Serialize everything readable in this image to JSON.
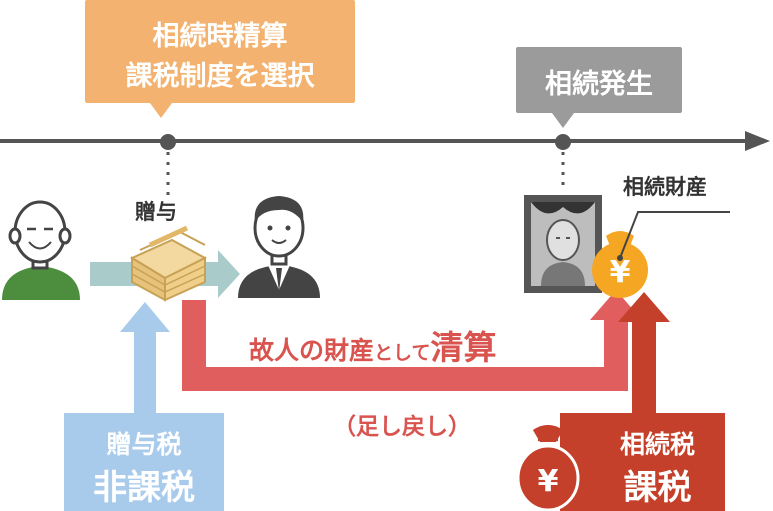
{
  "callouts": {
    "gift_selection_line1": "相続時精算",
    "gift_selection_line2": "課税制度を選択",
    "inheritance_event": "相続発生"
  },
  "labels": {
    "gift": "贈与",
    "estate": "相続財産",
    "settlement_main": "故人の財産",
    "settlement_small": "として",
    "settlement_emphasis": "清算",
    "giveback": "（足し戻し）"
  },
  "gift_tax": {
    "title": "贈与税",
    "status": "非課税"
  },
  "inheritance_tax": {
    "title": "相続税",
    "status": "課税"
  },
  "icons": {
    "yen_symbol": "¥"
  },
  "colors": {
    "orange": "#F3B26F",
    "gray": "#9B9B9B",
    "blue": "#A9CBEB",
    "red": "#E05F5E",
    "dark_red": "#C5402A",
    "gold": "#F5A623",
    "teal": "#A9CCCB",
    "dark": "#444444"
  }
}
